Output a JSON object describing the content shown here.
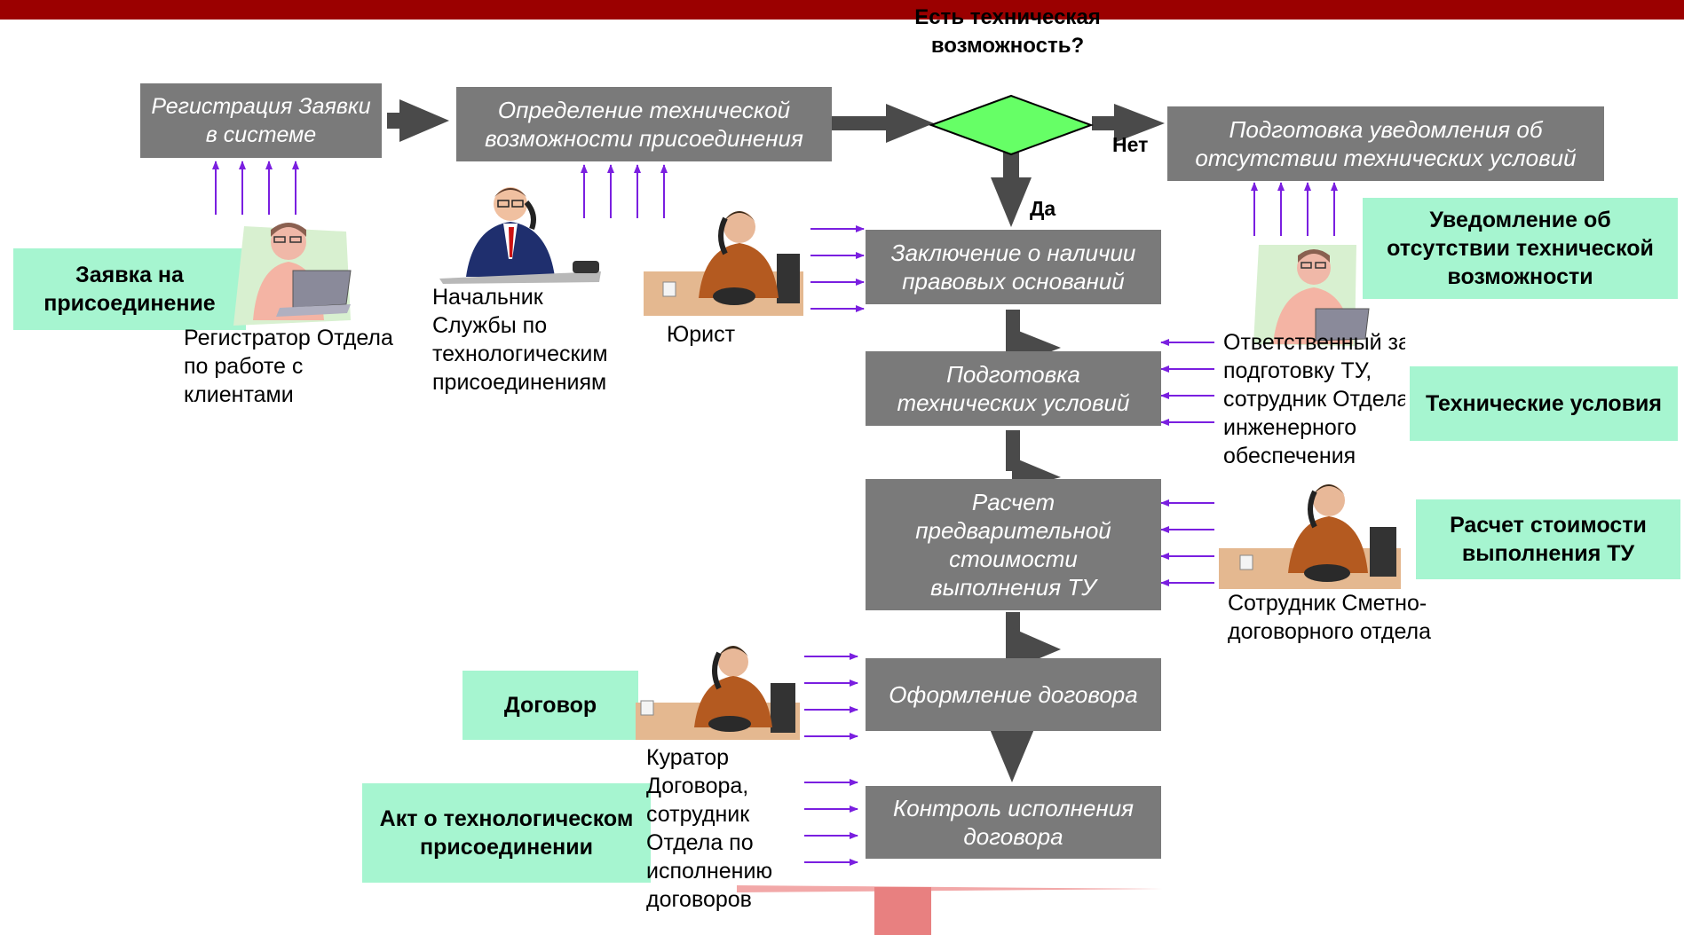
{
  "colors": {
    "top_bar": "#9b0000",
    "process_box": "#7a7a7a",
    "note_box": "#a6f5d0",
    "decision": "#66ff66",
    "arrow": "#4a4a4a",
    "role_arrow": "#7a1fe0"
  },
  "process": {
    "registration": "Регистрация Заявки в системе",
    "tech_possibility": "Определение технической возможности присоединения",
    "no_conditions_notice": "Подготовка уведомления об отсутствии технических условий",
    "legal_grounds": "Заключение о наличии правовых оснований",
    "tech_conditions": "Подготовка технических условий",
    "cost_estimate": "Расчет предварительной стоимости выполнения ТУ",
    "contract": "Оформление договора",
    "contract_control": "Контроль исполнения договора"
  },
  "decision": {
    "question": "Есть техническая возможность?",
    "no": "Нет",
    "yes": "Да"
  },
  "documents": {
    "application": "Заявка на присоединение",
    "notice": "Уведомление об отсутствии технической возможности",
    "tech_conditions": "Технические условия",
    "cost": "Расчет стоимости выполнения ТУ",
    "contract": "Договор",
    "act": "Акт о технологическом присоединении"
  },
  "roles": {
    "registrar": "Регистратор Отдела\nпо работе с\nклиентами",
    "head": "Начальник\nСлужбы по\nтехнологическим\nприсоединениям",
    "lawyer": "Юрист",
    "responsible": "Ответственный за\nподготовку ТУ,\nсотрудник Отдела\nинженерного\nобеспечения",
    "estimator": "Сотрудник Сметно-\nдоговорного отдела",
    "curator": "Куратор\nДоговора,\nсотрудник\nОтдела по\nисполнению\nдоговоров"
  },
  "icons": {
    "registrar": "person-at-laptop-icon",
    "head": "businessman-on-phone-icon",
    "lawyer": "person-on-phone-at-desk-icon",
    "responsible": "person-at-laptop-icon",
    "estimator": "person-on-phone-at-desk-icon",
    "curator": "person-on-phone-at-desk-icon"
  }
}
